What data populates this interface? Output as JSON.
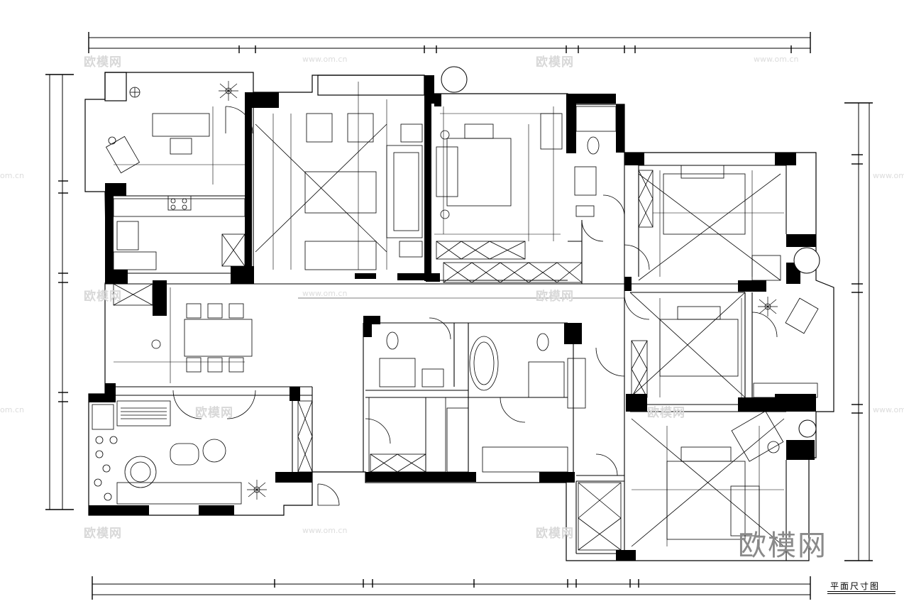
{
  "drawing": {
    "title": "平面尺寸图",
    "logo_text": "欧模网"
  },
  "watermarks": {
    "brand": "欧模网",
    "url": "www.om.cn",
    "edge": "om.cn"
  },
  "colors": {
    "line": "#000000",
    "wall": "#000000",
    "dim_line": "#000000",
    "watermark": "#d8d8d8",
    "logo": "#8a8a8a"
  }
}
